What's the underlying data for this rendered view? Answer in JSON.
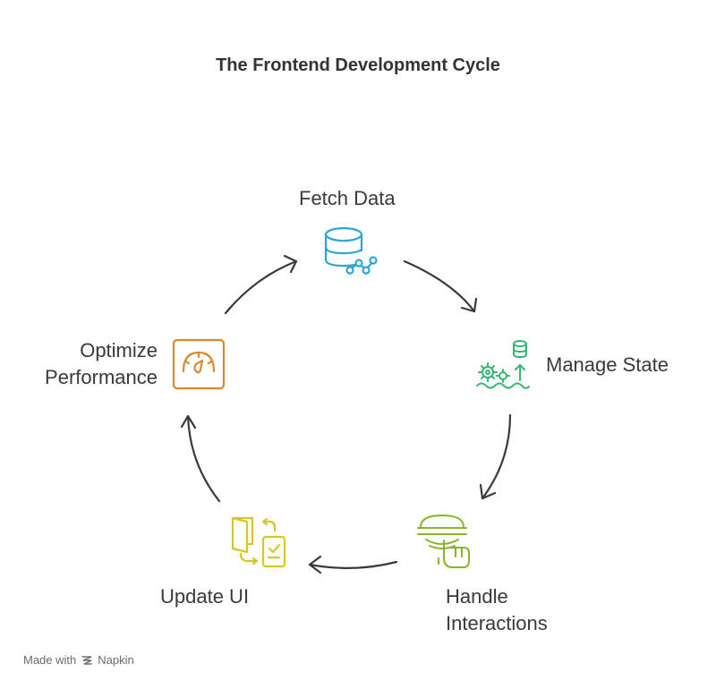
{
  "title": "The Frontend Development Cycle",
  "steps": [
    {
      "label": "Fetch Data",
      "icon": "database-network-icon",
      "color": "#2aa6d6"
    },
    {
      "label": "Manage State",
      "icon": "database-gears-icon",
      "color": "#35b774"
    },
    {
      "label": "Handle Interactions",
      "label_lines": [
        "Handle",
        "Interactions"
      ],
      "icon": "hand-touch-icon",
      "color": "#8ab52a"
    },
    {
      "label": "Update UI",
      "icon": "mobile-update-icon",
      "color": "#d7c823"
    },
    {
      "label": "Optimize Performance",
      "label_lines": [
        "Optimize",
        "Performance"
      ],
      "icon": "gauge-icon",
      "color": "#d98a2a"
    }
  ],
  "arrow_color": "#3a3a3a",
  "footer": {
    "prefix": "Made with",
    "brand": "Napkin",
    "icon": "napkin-logo-icon"
  }
}
